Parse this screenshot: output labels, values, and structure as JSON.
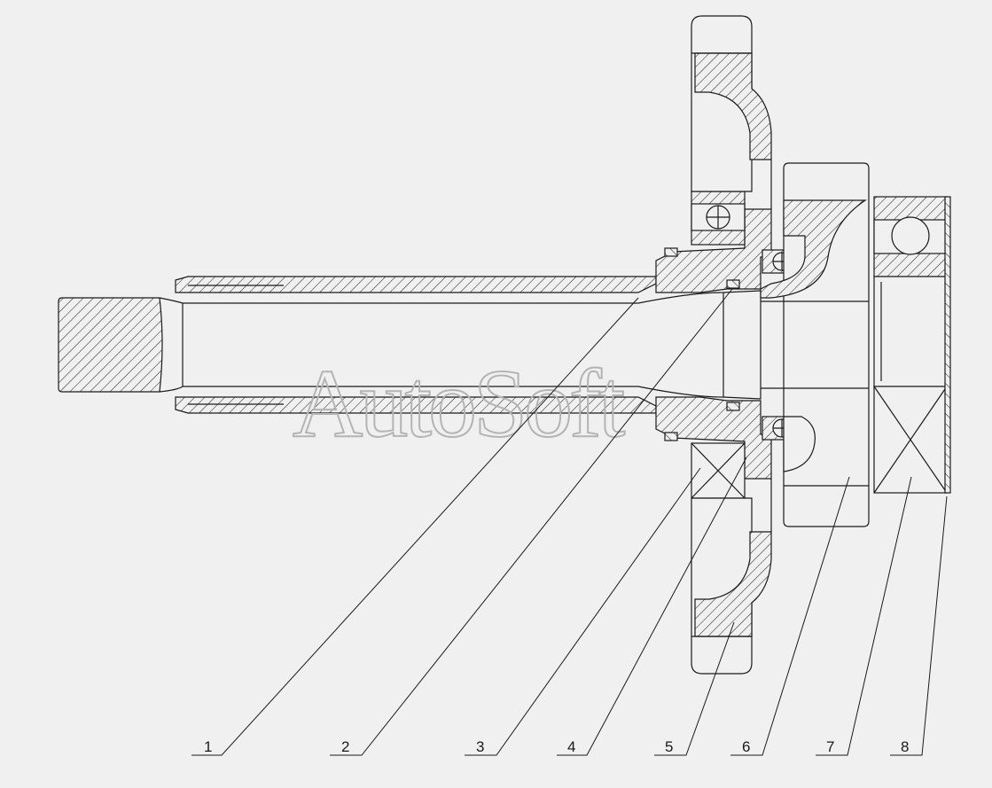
{
  "watermark": "AutoSoft",
  "callouts": [
    {
      "label": "1"
    },
    {
      "label": "2"
    },
    {
      "label": "3"
    },
    {
      "label": "4"
    },
    {
      "label": "5"
    },
    {
      "label": "6"
    },
    {
      "label": "7"
    },
    {
      "label": "8"
    }
  ]
}
